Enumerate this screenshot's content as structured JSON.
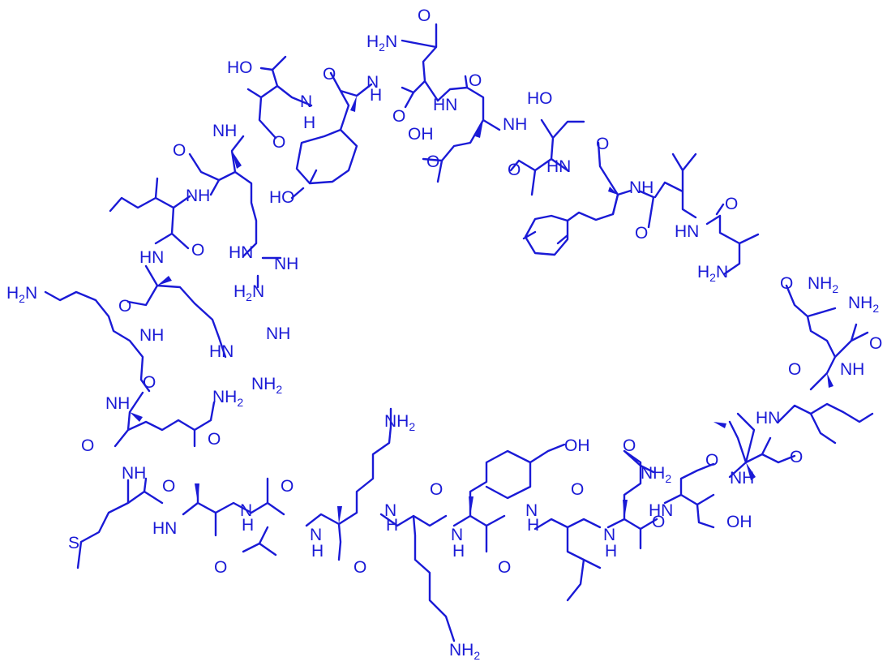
{
  "colors": {
    "structure": "#1a1ad6",
    "background": "#ffffff"
  },
  "labels": {
    "ho": "HO",
    "oh": "OH",
    "nh": "NH",
    "hn": "HN",
    "n": "N",
    "h": "H",
    "o": "O",
    "s": "S",
    "nh2": "NH",
    "h2n": "H",
    "two": "2"
  }
}
